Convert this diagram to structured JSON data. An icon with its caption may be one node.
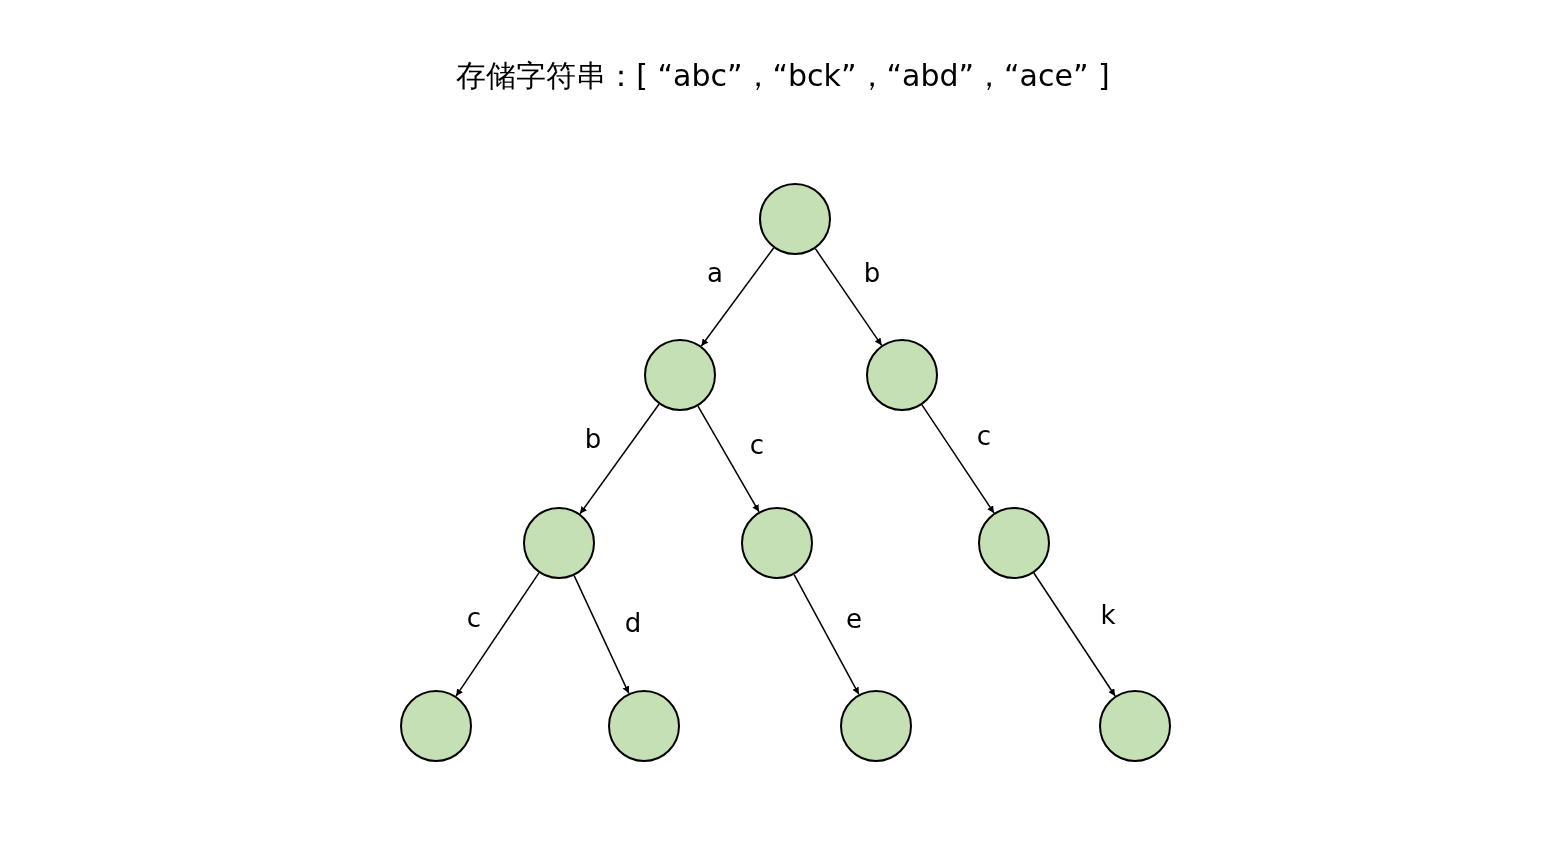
{
  "diagram": {
    "title": "存储字符串：[ “abc”，“bck”，“abd”，“ace” ]",
    "nodes": [
      {
        "text": [],
        "shape": "circle"
      },
      {
        "text": [],
        "shape": "circle"
      },
      {
        "text": [],
        "shape": "circle"
      },
      {
        "text": [],
        "shape": "circle"
      },
      {
        "text": [],
        "shape": "circle"
      },
      {
        "text": [],
        "shape": "circle"
      },
      {
        "text": [],
        "shape": "circle"
      },
      {
        "text": [],
        "shape": "circle"
      },
      {
        "text": [],
        "shape": "circle"
      },
      {
        "text": [],
        "shape": "circle"
      }
    ],
    "edges": [
      {
        "from": 0,
        "to": 1,
        "arrow": "to",
        "label": "a"
      },
      {
        "from": 0,
        "to": 2,
        "arrow": "to",
        "label": "b"
      },
      {
        "from": 1,
        "to": 3,
        "arrow": "to",
        "label": "b"
      },
      {
        "from": 1,
        "to": 4,
        "arrow": "to",
        "label": "c"
      },
      {
        "from": 2,
        "to": 5,
        "arrow": "to",
        "label": "c"
      },
      {
        "from": 3,
        "to": 6,
        "arrow": "to",
        "label": "c"
      },
      {
        "from": 3,
        "to": 7,
        "arrow": "to",
        "label": "d"
      },
      {
        "from": 4,
        "to": 8,
        "arrow": "to",
        "label": "e"
      },
      {
        "from": 5,
        "to": 9,
        "arrow": "to",
        "label": "k"
      }
    ]
  }
}
